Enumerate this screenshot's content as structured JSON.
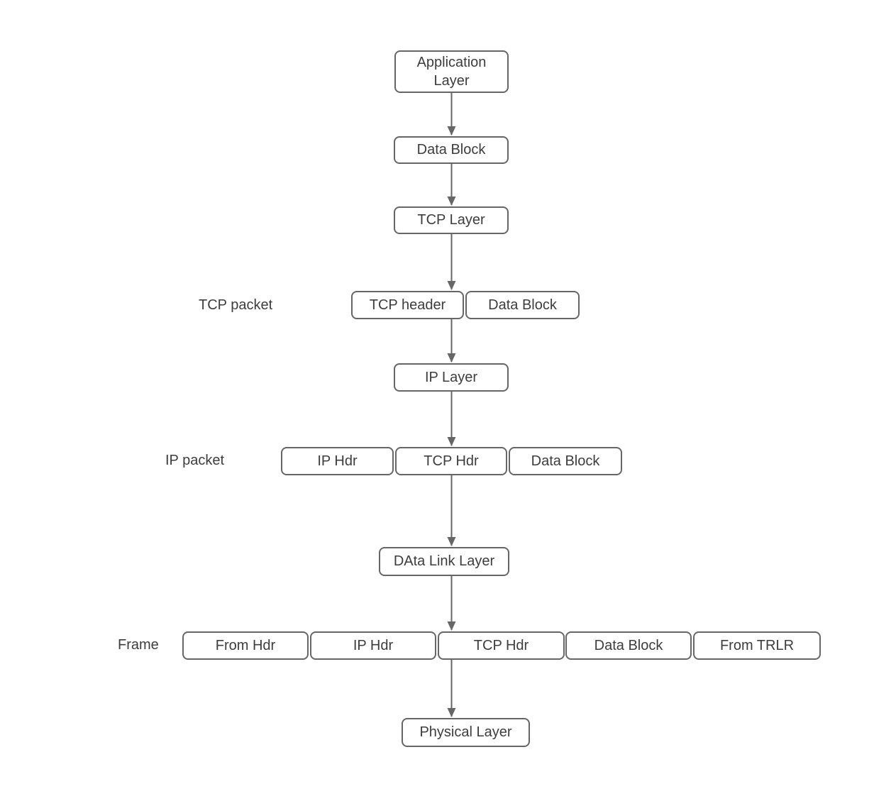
{
  "diagram": {
    "description": "TCP/IP encapsulation flow diagram",
    "colors": {
      "stroke": "#666666",
      "text": "#3d3d3d",
      "background": "#ffffff"
    },
    "rows": [
      {
        "label": null,
        "boxes": [
          "Application\nLayer"
        ]
      },
      {
        "label": null,
        "boxes": [
          "Data Block"
        ]
      },
      {
        "label": null,
        "boxes": [
          "TCP Layer"
        ]
      },
      {
        "label": "TCP packet",
        "boxes": [
          "TCP header",
          "Data Block"
        ]
      },
      {
        "label": null,
        "boxes": [
          "IP Layer"
        ]
      },
      {
        "label": "IP packet",
        "boxes": [
          "IP Hdr",
          "TCP Hdr",
          "Data Block"
        ]
      },
      {
        "label": null,
        "boxes": [
          "DAta Link Layer"
        ]
      },
      {
        "label": "Frame",
        "boxes": [
          "From Hdr",
          "IP Hdr",
          "TCP Hdr",
          "Data Block",
          "From TRLR"
        ]
      },
      {
        "label": null,
        "boxes": [
          "Physical Layer"
        ]
      }
    ],
    "edges": [
      {
        "from": "Application Layer",
        "to": "Data Block"
      },
      {
        "from": "Data Block",
        "to": "TCP Layer"
      },
      {
        "from": "TCP Layer",
        "to": "TCP header (TCP packet)"
      },
      {
        "from": "TCP header (TCP packet)",
        "to": "IP Layer"
      },
      {
        "from": "IP Layer",
        "to": "TCP Hdr (IP packet)"
      },
      {
        "from": "TCP Hdr (IP packet)",
        "to": "DAta Link Layer"
      },
      {
        "from": "DAta Link Layer",
        "to": "TCP Hdr (Frame)"
      },
      {
        "from": "TCP Hdr (Frame)",
        "to": "Physical Layer"
      }
    ]
  }
}
